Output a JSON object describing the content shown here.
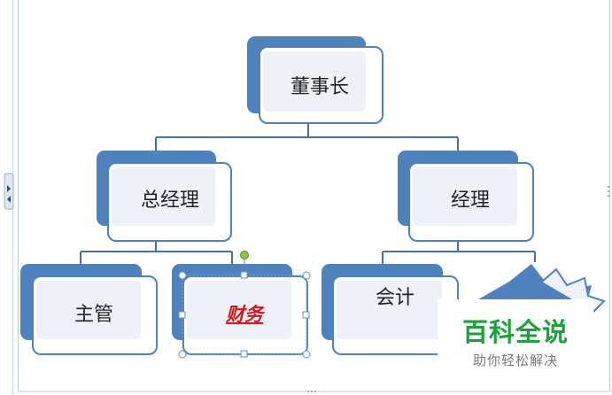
{
  "diagram": {
    "colors": {
      "shadow": "#4f81bd",
      "frame": "#4f81bd",
      "inner": "#eef2f8",
      "connector": "#4a6fa5",
      "handle": "#7aa6d6",
      "rotate_handle": "#8dc63f",
      "canvas_border": "#b9c9dc"
    },
    "nodes": {
      "chairman": {
        "label": "董事长"
      },
      "gm": {
        "label": "总经理"
      },
      "manager": {
        "label": "经理"
      },
      "supervisor": {
        "label": "主管"
      },
      "finance": {
        "label": "财务"
      },
      "accounting": {
        "label": "会计"
      }
    }
  },
  "watermark": {
    "title": "百科全说",
    "subtitle": "助你轻松解决"
  }
}
